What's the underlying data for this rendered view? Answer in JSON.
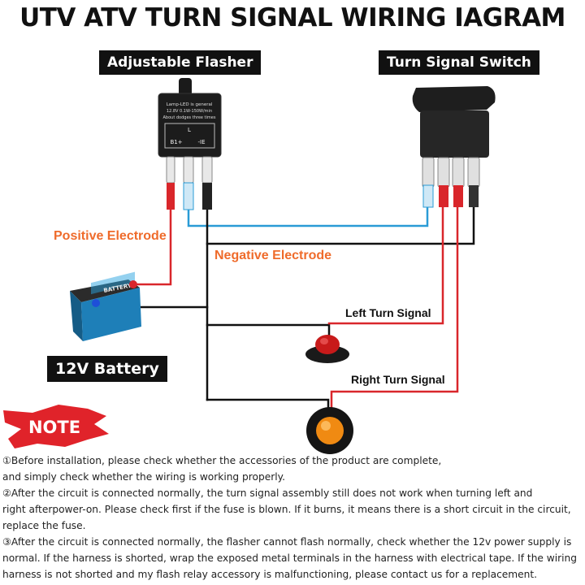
{
  "title": "UTV ATV TURN SIGNAL WIRING IAGRAM",
  "components": {
    "flasher_label": "Adjustable Flasher",
    "switch_label": "Turn Signal Switch",
    "battery_label": "12V Battery",
    "flasher_text": {
      "line1": "Lamp-LED is general",
      "line2": "12.8V 0.1W-150W/min",
      "line3": "About dodges three times",
      "pin_l": "L",
      "pin_b": "B1+",
      "pin_e": "-IE"
    },
    "battery_text": "BATTERY"
  },
  "wire_labels": {
    "positive": "Positive Electrode",
    "negative": "Negative Electrode",
    "left_turn": "Left Turn Signal",
    "right_turn": "Right Turn Signal"
  },
  "note": {
    "badge": "NOTE",
    "lines": [
      "①Before installation, please check whether the accessories of the product are complete,",
      "   and simply check whether the wiring is working properly.",
      "②After the circuit is connected normally, the turn signal assembly still does not work when turning left and",
      "   right afterpower-on. Please check first if the fuse is blown. If it burns, it means there is a short circuit in the circuit,",
      "   replace the fuse.",
      "③After the circuit is connected normally, the flasher cannot flash normally, check whether the 12v power supply is",
      "normal. If the harness is shorted, wrap the exposed metal terminals in the harness with electrical tape. If the wiring",
      "harness is not shorted and my flash relay accessory is malfunctioning, please contact us for a replacement."
    ]
  },
  "colors": {
    "positive_wire": "#d9262b",
    "negative_wire": "#111111",
    "signal_wire": "#2a9bd6",
    "orange_label": "#ef6b2b",
    "note_red": "#e0232a",
    "battery_blue": "#1e7fb8",
    "lamp_red": "#c81a1a",
    "lamp_amber": "#f08a12"
  }
}
